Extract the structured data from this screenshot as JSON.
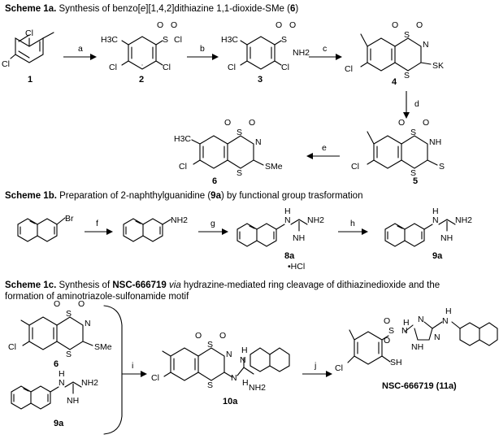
{
  "scheme_1a": {
    "label": "Scheme 1a.",
    "title_pre": " Synthesis of benzo[",
    "title_ital": "e",
    "title_post": "][1,4,2]dithiazine 1,1-dioxide-SMe (",
    "title_cpd": "6",
    "title_end": ")",
    "compounds": [
      "1",
      "2",
      "3",
      "4",
      "5",
      "6"
    ],
    "reagents": [
      "a",
      "b",
      "c",
      "d",
      "e"
    ],
    "atoms": {
      "c1": [
        "Cl",
        "Cl"
      ],
      "c2": [
        "H3C",
        "S",
        "O",
        "O",
        "Cl",
        "Cl",
        "Cl"
      ],
      "c3": [
        "H3C",
        "S",
        "O",
        "O",
        "NH2",
        "Cl",
        "Cl"
      ],
      "c4": [
        "O",
        "O",
        "S",
        "N",
        "Cl",
        "S",
        "SK"
      ],
      "c5": [
        "O",
        "O",
        "S",
        "NH",
        "Cl",
        "S",
        "S"
      ],
      "c6": [
        "O",
        "O",
        "H3C",
        "S",
        "N",
        "Cl",
        "S",
        "SMe"
      ]
    }
  },
  "scheme_1b": {
    "label": "Scheme 1b.",
    "title_pre": " Preparation of 2-naphthylguanidine (",
    "title_cpd": "9a",
    "title_end": ") by functional group trasformation",
    "compounds": [
      "8a",
      "9a"
    ],
    "reagents": [
      "f",
      "g",
      "h"
    ],
    "salt": "•HCl",
    "atoms": {
      "bromo": [
        "Br"
      ],
      "amine": [
        "NH2"
      ],
      "g8a": [
        "H",
        "N",
        "NH2",
        "NH"
      ],
      "g9a": [
        "H",
        "N",
        "NH2",
        "NH"
      ]
    }
  },
  "scheme_1c": {
    "label": "Scheme 1c.",
    "title_pre": " Synthesis of ",
    "title_nsc": "NSC-666719",
    "title_via": " via",
    "title_line1_post": " hydrazine-mediated ring cleavage of dithiazinedioxide and the",
    "title_line2": "formation of aminotriazole-sulfonamide motif",
    "compounds": [
      "6",
      "9a",
      "10a",
      "NSC-666719 (11a)"
    ],
    "reagents": [
      "i",
      "j"
    ],
    "atoms": {
      "s6": [
        "O",
        "O",
        "S",
        "N",
        "Cl",
        "S",
        "SMe"
      ],
      "s9a": [
        "H",
        "N",
        "NH2",
        "NH"
      ],
      "a10": [
        "O",
        "O",
        "S",
        "N",
        "Cl",
        "S",
        "N",
        "H",
        "N",
        "H",
        "NH2"
      ],
      "a11": [
        "O",
        "O",
        "S",
        "N",
        "H",
        "N",
        "N",
        "NH",
        "H",
        "N",
        "Cl",
        "SH"
      ]
    }
  }
}
